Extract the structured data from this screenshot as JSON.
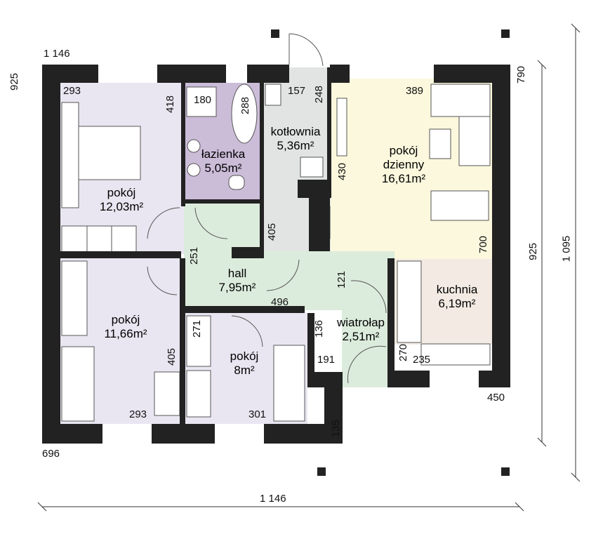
{
  "colors": {
    "wall": "#222222",
    "bedroom": "#e9e6f1",
    "bathroom": "#cbbcd8",
    "boiler": "#e2e4e4",
    "living": "#fbf8dd",
    "kitchen": "#f3ebe3",
    "hall": "#dcecdc",
    "window": "#ffffff",
    "furniture_line": "#555555"
  },
  "rooms": {
    "bedroom1": {
      "name": "pokój",
      "area": "12,03m²"
    },
    "bathroom": {
      "name": "łazienka",
      "area": "5,05m²"
    },
    "boiler": {
      "name": "kotłownia",
      "area": "5,36m²"
    },
    "living": {
      "name": "pokój dzienny",
      "name_line1": "pokój",
      "name_line2": "dzienny",
      "area": "16,61m²"
    },
    "kitchen": {
      "name": "kuchnia",
      "area": "6,19m²"
    },
    "hall": {
      "name": "hall",
      "area": "7,95m²"
    },
    "vestibule": {
      "name": "wiatrołap",
      "area": "2,51m²"
    },
    "bedroom2": {
      "name": "pokój",
      "area": "11,66m²"
    },
    "bedroom3": {
      "name": "pokój",
      "area": "8m²"
    }
  },
  "dimensions": {
    "top_overall": "1 146",
    "bottom_overall": "1 146",
    "left_top": "925",
    "left_bottom": "696",
    "right_top": "790",
    "right_mid": "925",
    "right_overall": "1 095",
    "right_bottom": "450",
    "d293_top": "293",
    "d418": "418",
    "d180": "180",
    "d288": "288",
    "d157": "157",
    "d248": "248",
    "d389": "389",
    "d430": "430",
    "d405_upper": "405",
    "d251": "251",
    "d121": "121",
    "d496": "496",
    "d700": "700",
    "d271": "271",
    "d136": "136",
    "d191": "191",
    "d270": "270",
    "d235": "235",
    "d405_lower": "405",
    "d293_bottom": "293",
    "d301": "301",
    "d135": "135"
  }
}
